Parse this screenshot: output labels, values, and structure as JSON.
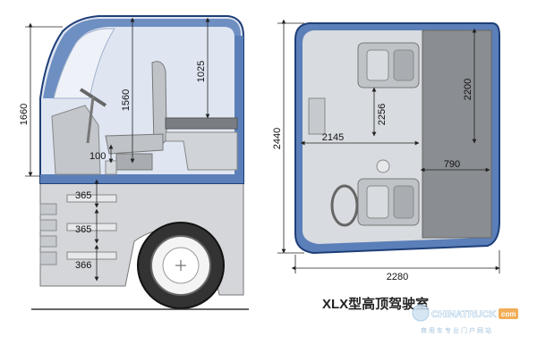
{
  "dimensions": {
    "side_total_height": "1660",
    "interior_height": "1560",
    "roof_to_bunk": "1025",
    "engine_tunnel": "100",
    "step_1": "365",
    "step_2": "365",
    "step_3": "366",
    "cab_length": "2440",
    "interior_length": "2145",
    "bunk_length": "2256",
    "bunk_height": "2200",
    "bunk_width": "790",
    "cab_width": "2280"
  },
  "caption": "XLX型高顶驾驶室",
  "watermark": {
    "name": "CHINATRUCK",
    "badge": "com",
    "subtitle": "商用车专业门户网站"
  },
  "colors": {
    "cab_blue": "#5b7fb8",
    "outline": "#1f3f78",
    "body_grey": "#cfd2d6",
    "seat_grey": "#bfc3c8",
    "dimension_line": "#222222"
  },
  "icons": [
    "seat-icon",
    "steering-wheel-icon",
    "wheel-icon",
    "arrow-icon"
  ]
}
